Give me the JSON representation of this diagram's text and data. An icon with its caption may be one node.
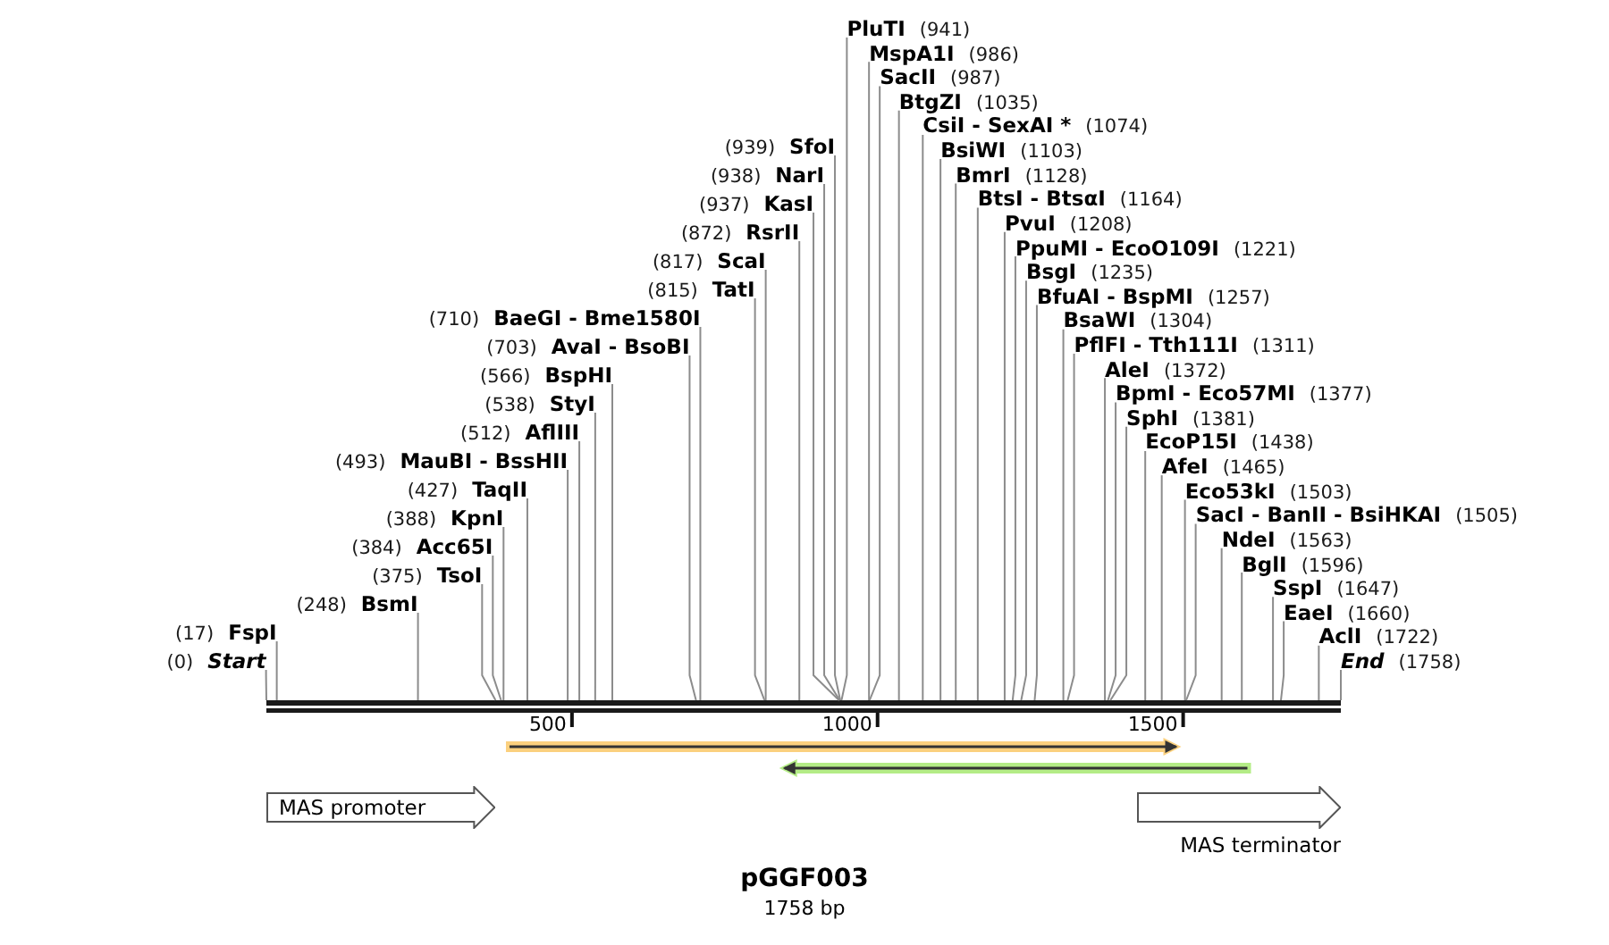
{
  "diagram": {
    "title": "pGGF003",
    "caption": "1758 bp",
    "nodes": [
      {
        "text": [
          "(0)",
          "Start"
        ]
      },
      {
        "text": [
          "(17)",
          "FspI"
        ]
      },
      {
        "text": [
          "(248)",
          "BsmI"
        ]
      },
      {
        "text": [
          "(375)",
          "TsoI"
        ]
      },
      {
        "text": [
          "(384)",
          "Acc65I"
        ]
      },
      {
        "text": [
          "(388)",
          "KpnI"
        ]
      },
      {
        "text": [
          "(427)",
          "TaqII"
        ]
      },
      {
        "text": [
          "(493)",
          "MauBI - BssHII"
        ]
      },
      {
        "text": [
          "(512)",
          "AflIII"
        ]
      },
      {
        "text": [
          "(538)",
          "StyI"
        ]
      },
      {
        "text": [
          "(566)",
          "BspHI"
        ]
      },
      {
        "text": [
          "(703)",
          "AvaI - BsoBI"
        ]
      },
      {
        "text": [
          "(710)",
          "BaeGI - Bme1580I"
        ]
      },
      {
        "text": [
          "(815)",
          "TatI"
        ]
      },
      {
        "text": [
          "(817)",
          "ScaI"
        ]
      },
      {
        "text": [
          "(872)",
          "RsrII"
        ]
      },
      {
        "text": [
          "(937)",
          "KasI"
        ]
      },
      {
        "text": [
          "(938)",
          "NarI"
        ]
      },
      {
        "text": [
          "(939)",
          "SfoI"
        ]
      },
      {
        "text": [
          "PluTI",
          "(941)"
        ]
      },
      {
        "text": [
          "MspA1I",
          "(986)"
        ]
      },
      {
        "text": [
          "SacII",
          "(987)"
        ]
      },
      {
        "text": [
          "BtgZI",
          "(1035)"
        ]
      },
      {
        "text": [
          "CsiI - SexAI *",
          "(1074)"
        ]
      },
      {
        "text": [
          "BsiWI",
          "(1103)"
        ]
      },
      {
        "text": [
          "BmrI",
          "(1128)"
        ]
      },
      {
        "text": [
          "BtsI - BtsαI",
          "(1164)"
        ]
      },
      {
        "text": [
          "PvuI",
          "(1208)"
        ]
      },
      {
        "text": [
          "PpuMI - EcoO109I",
          "(1221)"
        ]
      },
      {
        "text": [
          "BsgI",
          "(1235)"
        ]
      },
      {
        "text": [
          "BfuAI - BspMI",
          "(1257)"
        ]
      },
      {
        "text": [
          "BsaWI",
          "(1304)"
        ]
      },
      {
        "text": [
          "PflFI - Tth111I",
          "(1311)"
        ]
      },
      {
        "text": [
          "AleI",
          "(1372)"
        ]
      },
      {
        "text": [
          "BpmI - Eco57MI",
          "(1377)"
        ]
      },
      {
        "text": [
          "SphI",
          "(1381)"
        ]
      },
      {
        "text": [
          "EcoP15I",
          "(1438)"
        ]
      },
      {
        "text": [
          "AfeI",
          "(1465)"
        ]
      },
      {
        "text": [
          "Eco53kI",
          "(1503)"
        ]
      },
      {
        "text": [
          "SacI - BanII - BsiHKAI",
          "(1505)"
        ]
      },
      {
        "text": [
          "NdeI",
          "(1563)"
        ]
      },
      {
        "text": [
          "BglI",
          "(1596)"
        ]
      },
      {
        "text": [
          "SspI",
          "(1647)"
        ]
      },
      {
        "text": [
          "EaeI",
          "(1660)"
        ]
      },
      {
        "text": [
          "AclI",
          "(1722)"
        ]
      },
      {
        "text": [
          "End",
          "(1758)"
        ]
      },
      {
        "text": [],
        "shape": "bar"
      },
      {
        "text": [],
        "shape": "arrow"
      },
      {
        "text": [],
        "shape": "arrow"
      },
      {
        "text": [
          "MAS promoter"
        ]
      },
      {
        "text": [
          "MAS terminator"
        ]
      }
    ],
    "edges": [
      {
        "from": 0,
        "to": 46,
        "arrow": "none"
      },
      {
        "from": 1,
        "to": 46,
        "arrow": "none"
      },
      {
        "from": 2,
        "to": 46,
        "arrow": "none"
      },
      {
        "from": 3,
        "to": 46,
        "arrow": "none"
      },
      {
        "from": 4,
        "to": 46,
        "arrow": "none"
      },
      {
        "from": 5,
        "to": 46,
        "arrow": "none"
      },
      {
        "from": 6,
        "to": 46,
        "arrow": "none"
      },
      {
        "from": 7,
        "to": 46,
        "arrow": "none"
      },
      {
        "from": 8,
        "to": 46,
        "arrow": "none"
      },
      {
        "from": 9,
        "to": 46,
        "arrow": "none"
      },
      {
        "from": 10,
        "to": 46,
        "arrow": "none"
      },
      {
        "from": 11,
        "to": 46,
        "arrow": "none"
      },
      {
        "from": 12,
        "to": 46,
        "arrow": "none"
      },
      {
        "from": 13,
        "to": 46,
        "arrow": "none"
      },
      {
        "from": 14,
        "to": 46,
        "arrow": "none"
      },
      {
        "from": 15,
        "to": 46,
        "arrow": "none"
      },
      {
        "from": 16,
        "to": 46,
        "arrow": "none"
      },
      {
        "from": 17,
        "to": 46,
        "arrow": "none"
      },
      {
        "from": 18,
        "to": 46,
        "arrow": "none"
      },
      {
        "from": 19,
        "to": 46,
        "arrow": "none"
      },
      {
        "from": 20,
        "to": 46,
        "arrow": "none"
      },
      {
        "from": 21,
        "to": 46,
        "arrow": "none"
      },
      {
        "from": 22,
        "to": 46,
        "arrow": "none"
      },
      {
        "from": 23,
        "to": 46,
        "arrow": "none"
      },
      {
        "from": 24,
        "to": 46,
        "arrow": "none"
      },
      {
        "from": 25,
        "to": 46,
        "arrow": "none"
      },
      {
        "from": 26,
        "to": 46,
        "arrow": "none"
      },
      {
        "from": 27,
        "to": 46,
        "arrow": "none"
      },
      {
        "from": 28,
        "to": 46,
        "arrow": "none"
      },
      {
        "from": 29,
        "to": 46,
        "arrow": "none"
      },
      {
        "from": 30,
        "to": 46,
        "arrow": "none"
      },
      {
        "from": 31,
        "to": 46,
        "arrow": "none"
      },
      {
        "from": 32,
        "to": 46,
        "arrow": "none"
      },
      {
        "from": 33,
        "to": 46,
        "arrow": "none"
      },
      {
        "from": 34,
        "to": 46,
        "arrow": "none"
      },
      {
        "from": 35,
        "to": 46,
        "arrow": "none"
      },
      {
        "from": 36,
        "to": 46,
        "arrow": "none"
      },
      {
        "from": 37,
        "to": 46,
        "arrow": "none"
      },
      {
        "from": 38,
        "to": 46,
        "arrow": "none"
      },
      {
        "from": 39,
        "to": 46,
        "arrow": "none"
      },
      {
        "from": 40,
        "to": 46,
        "arrow": "none"
      },
      {
        "from": 41,
        "to": 46,
        "arrow": "none"
      },
      {
        "from": 42,
        "to": 46,
        "arrow": "none"
      },
      {
        "from": 43,
        "to": 46,
        "arrow": "none"
      },
      {
        "from": 44,
        "to": 46,
        "arrow": "none"
      },
      {
        "from": 45,
        "to": 46,
        "arrow": "none"
      }
    ],
    "labels": [
      "500",
      "1000",
      "1500"
    ]
  }
}
